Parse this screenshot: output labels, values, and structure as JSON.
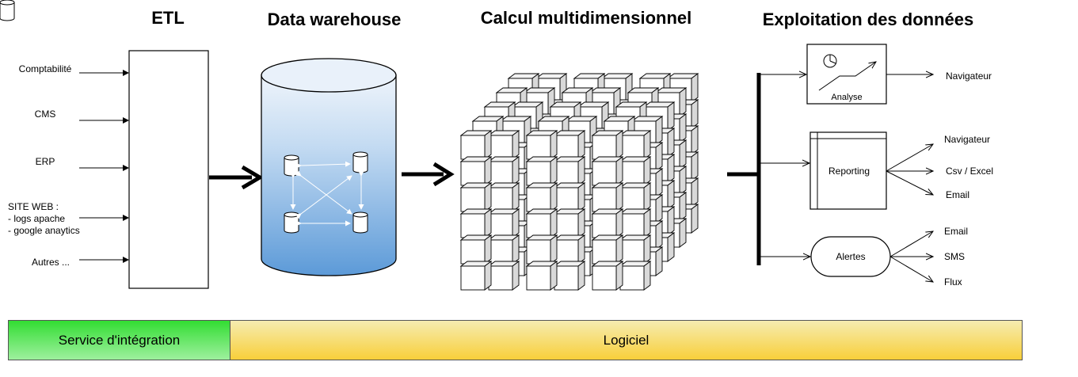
{
  "headings": {
    "etl": "ETL",
    "data_warehouse": "Data warehouse",
    "calcul": "Calcul multidimensionnel",
    "exploitation": "Exploitation des données"
  },
  "sources": {
    "comptabilite": "Comptabilité",
    "cms": "CMS",
    "erp": "ERP",
    "siteweb_line1": "SITE WEB :",
    "siteweb_line2": "- logs apache",
    "siteweb_line3": "- google anaytics",
    "autres": "Autres ..."
  },
  "exploitation": {
    "analyse": {
      "label": "Analyse",
      "outputs": [
        "Navigateur"
      ]
    },
    "reporting": {
      "label": "Reporting",
      "outputs": [
        "Navigateur",
        "Csv / Excel",
        "Email"
      ]
    },
    "alertes": {
      "label": "Alertes",
      "outputs": [
        "Email",
        "SMS",
        "Flux"
      ]
    }
  },
  "bands": {
    "integration": "Service d'intégration",
    "logiciel": "Logiciel"
  },
  "colors": {
    "cylinder_top": "#eef4fb",
    "cylinder_bottom": "#5c9ad8",
    "integration_band": "#33dd33",
    "logiciel_band": "#f8cf3a"
  }
}
